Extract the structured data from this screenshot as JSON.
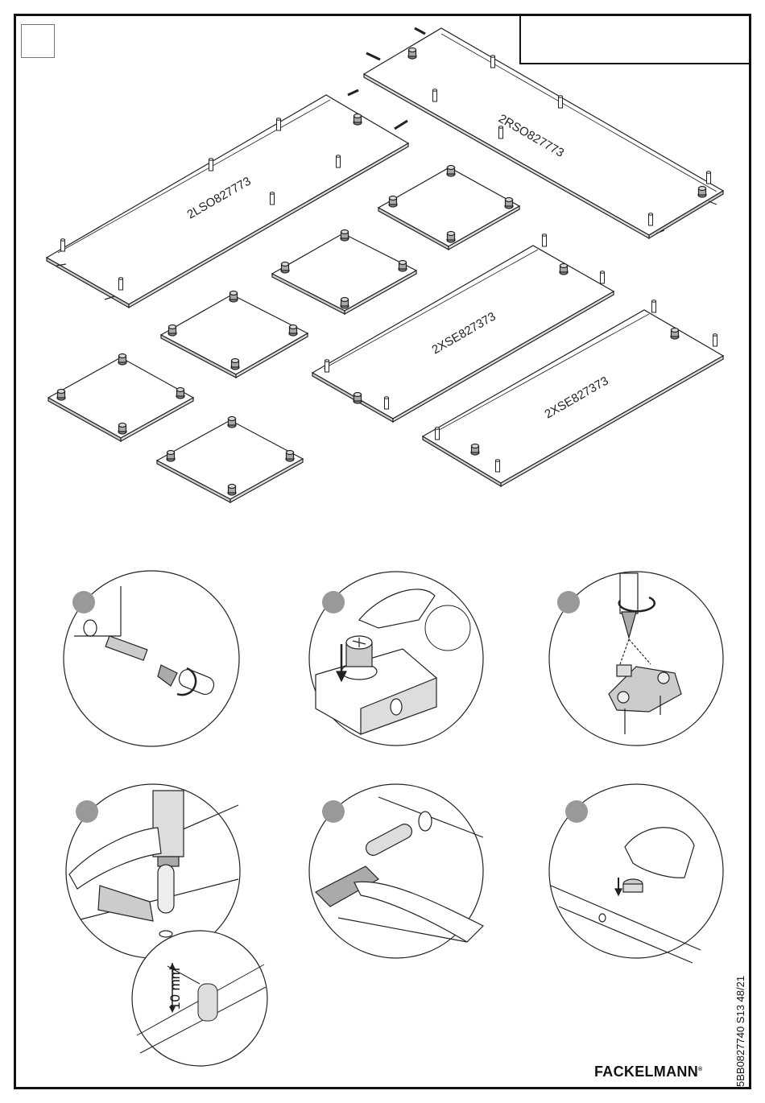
{
  "panels": [
    {
      "id": "left-side",
      "label": "2LSO827773"
    },
    {
      "id": "right-side",
      "label": "2RSO827773"
    },
    {
      "id": "shelf-upper",
      "label": "2XSE827373"
    },
    {
      "id": "shelf-lower",
      "label": "2XSE827373"
    }
  ],
  "detail": {
    "dowel_depth": "10 mm"
  },
  "footer": {
    "brand": "FACKELMANN",
    "brand_mark": "®",
    "doc_code": "5BB0827740 S13 48/21"
  },
  "icons": [
    "cam-bolt-icon",
    "cam-lock-icon",
    "hinge-plate-icon",
    "hammer-dowel-icon",
    "hammer-icon",
    "bumper-pad-icon",
    "measure-detail-icon"
  ]
}
